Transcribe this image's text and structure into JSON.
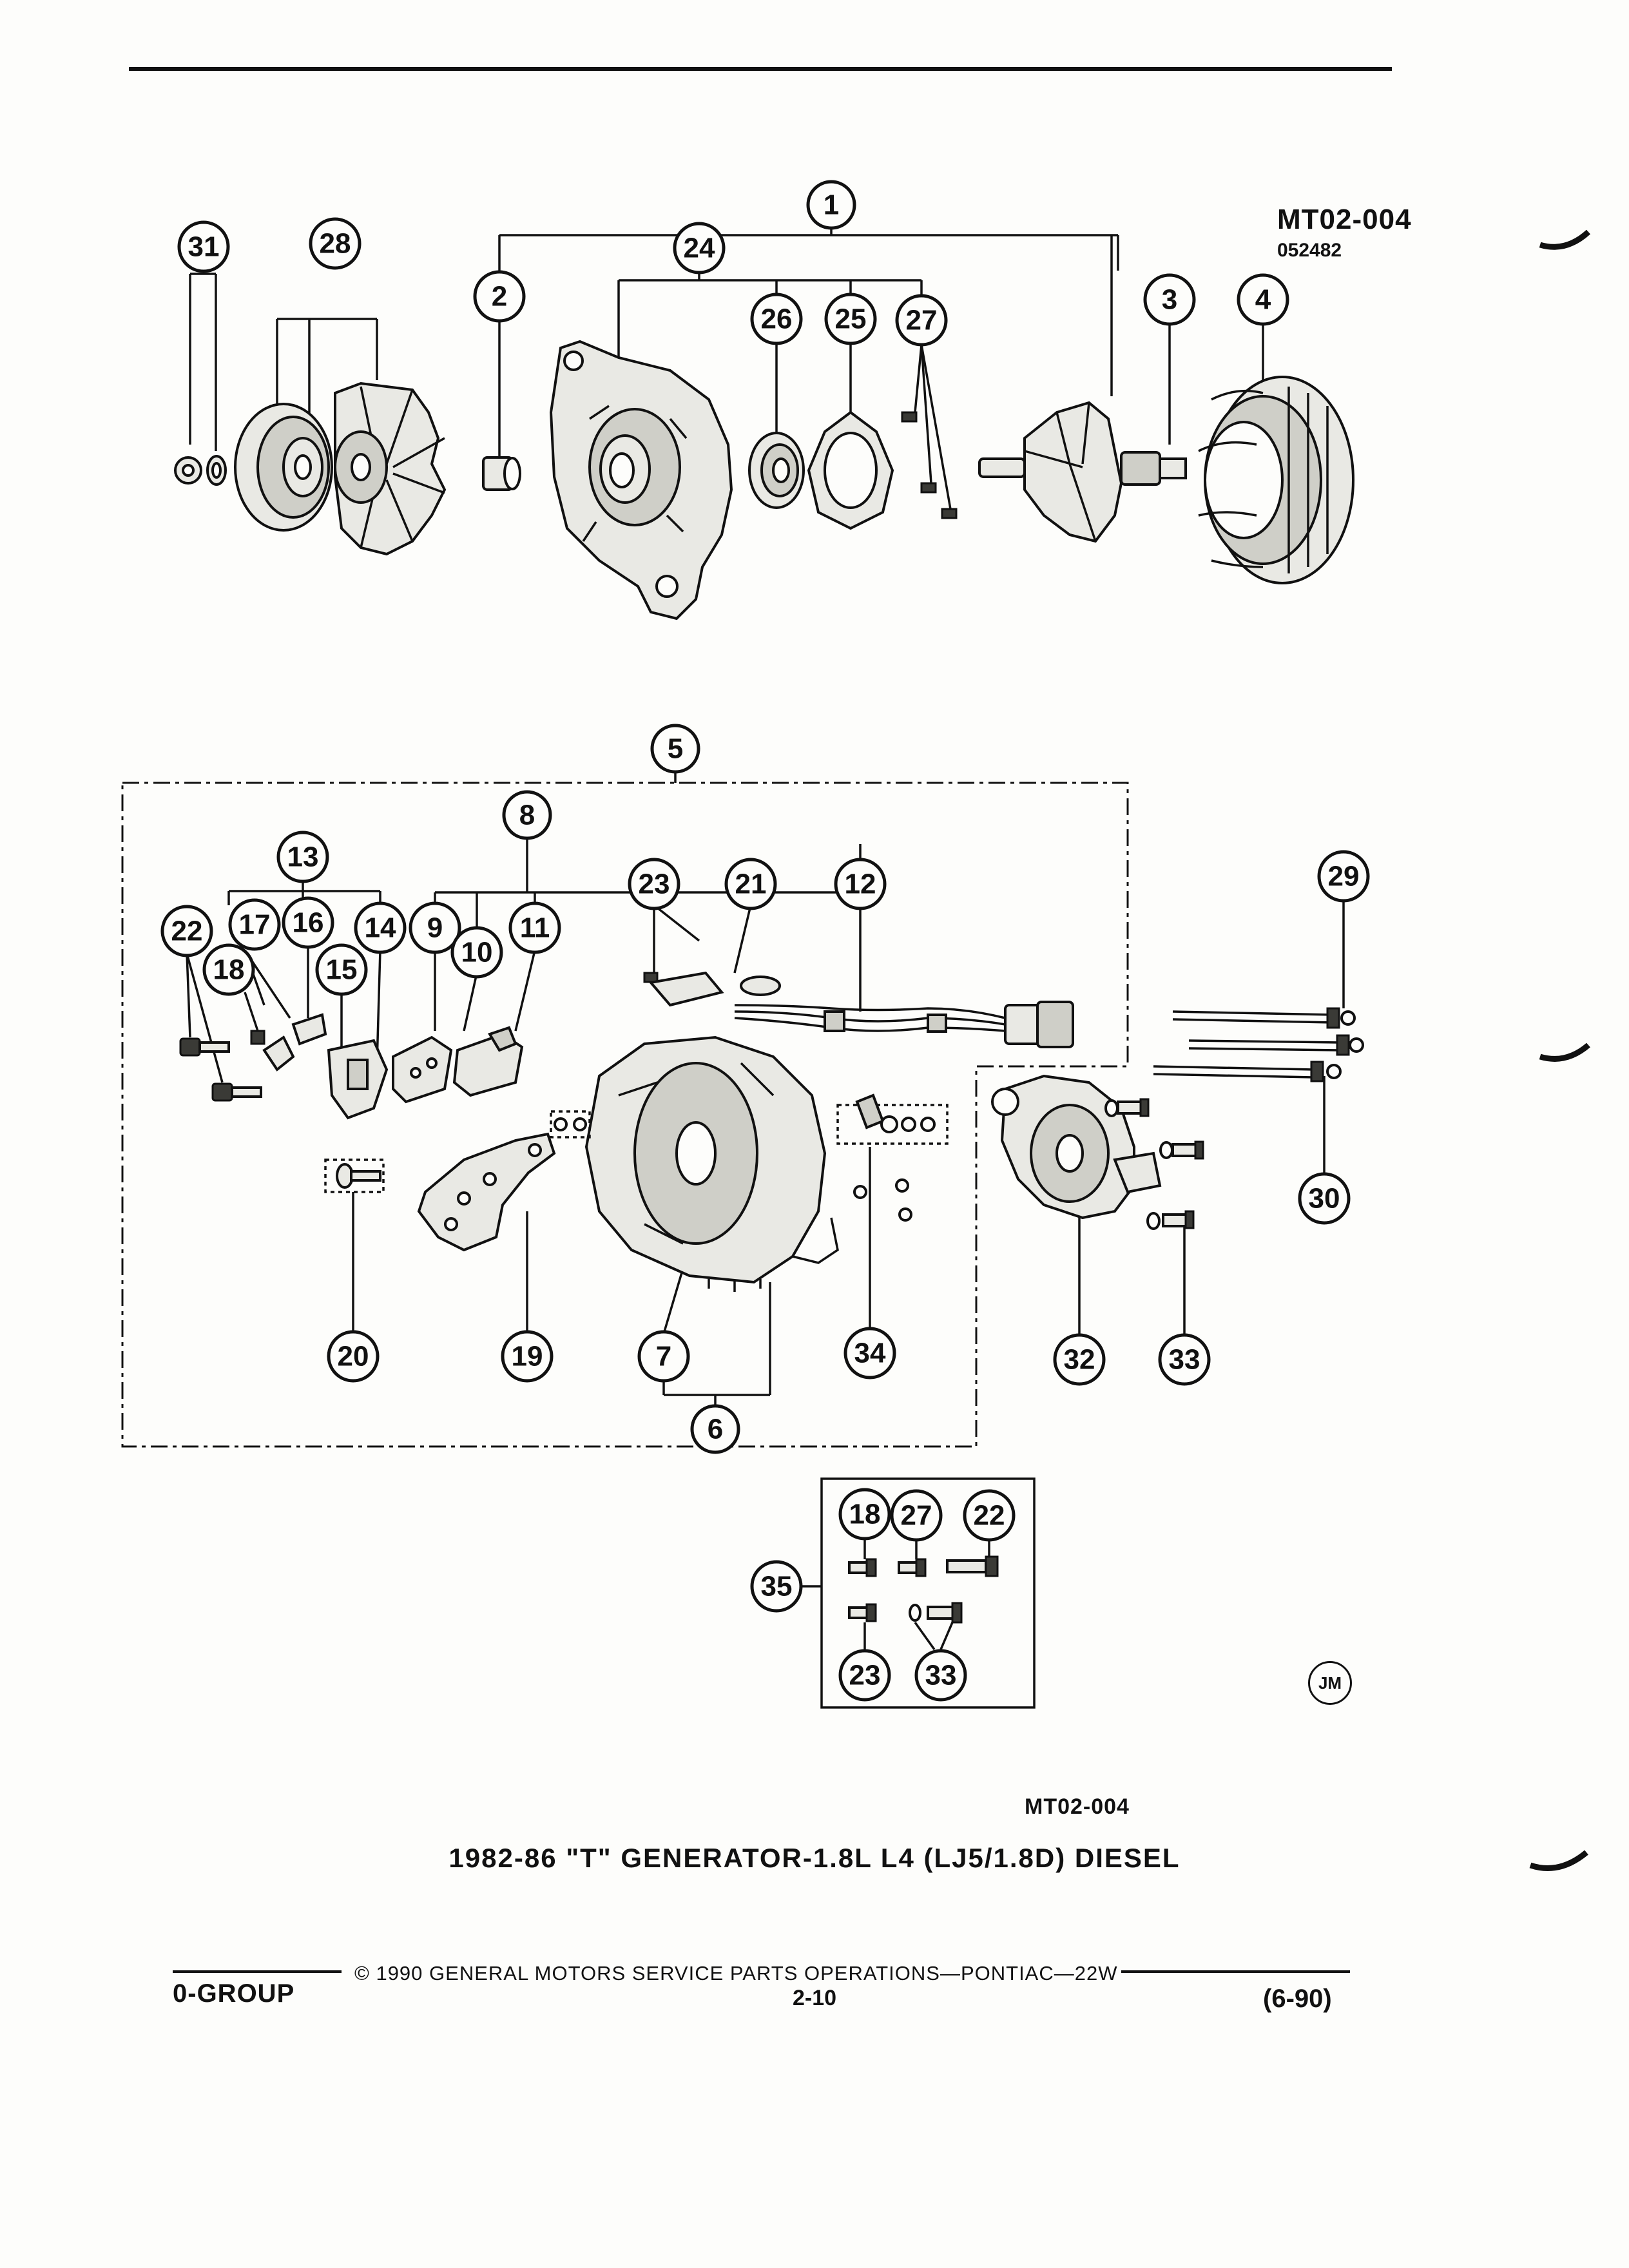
{
  "figure": {
    "id_top": "MT02-004",
    "date_code": "052482",
    "id_bottom": "MT02-004",
    "title": "1982-86 \"T\" GENERATOR-1.8L L4 (LJ5/1.8D) DIESEL",
    "artist_mark": "JM"
  },
  "footer": {
    "copyright": "© 1990 GENERAL MOTORS SERVICE PARTS OPERATIONS—PONTIAC—22W",
    "group": "0-GROUP",
    "page": "2-10",
    "revision": "(6-90)"
  },
  "callouts": {
    "c1": "1",
    "c2": "2",
    "c3": "3",
    "c4": "4",
    "c5": "5",
    "c6": "6",
    "c7": "7",
    "c8": "8",
    "c9": "9",
    "c10": "10",
    "c11": "11",
    "c12": "12",
    "c13": "13",
    "c14": "14",
    "c15": "15",
    "c16": "16",
    "c17": "17",
    "c18": "18",
    "c19": "19",
    "c20": "20",
    "c21": "21",
    "c22": "22",
    "c23": "23",
    "c24": "24",
    "c25": "25",
    "c26": "26",
    "c27": "27",
    "c28": "28",
    "c29": "29",
    "c30": "30",
    "c31": "31",
    "c32": "32",
    "c33": "33",
    "c34": "34",
    "c35": "35"
  }
}
